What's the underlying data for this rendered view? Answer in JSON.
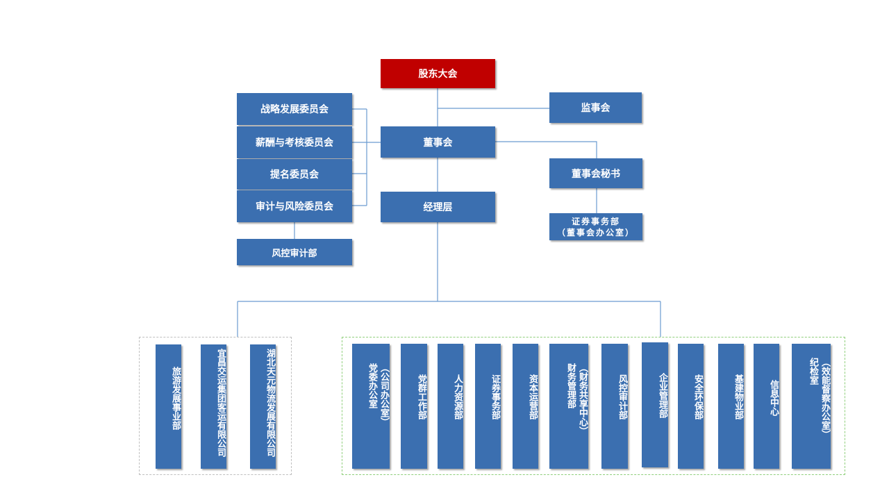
{
  "colors": {
    "box": "#3b6fb0",
    "top": "#c00000",
    "line": "#6a9bd0"
  },
  "top": {
    "shareholders": "股东大会",
    "supervisors": "监事会",
    "board": "董事会",
    "management": "经理层",
    "board_secretary": "董事会秘书",
    "securities_office": {
      "line1": "证券事务部",
      "line2": "（董事会办公室）"
    }
  },
  "committees": [
    "战略发展委员会",
    "薪酬与考核委员会",
    "提名委员会",
    "审计与风险委员会"
  ],
  "risk_audit": "风控审计部",
  "subsidiaries": [
    "旅游发展事业部",
    "宜昌交运集团客运有限公司",
    "湖北天元物流发展有限公司"
  ],
  "departments": [
    {
      "col1": "党委办公室",
      "col2": "（公司办公室）"
    },
    {
      "col1": "党群工作部"
    },
    {
      "col1": "人力资源部"
    },
    {
      "col1": "证券事务部"
    },
    {
      "col1": "资本运营部"
    },
    {
      "col1": "财务管理部",
      "col2": "（财务共享中心）"
    },
    {
      "col1": "风控审计部"
    },
    {
      "col1": "企业管理部"
    },
    {
      "col1": "安全环保部"
    },
    {
      "col1": "基建物业部"
    },
    {
      "col1": "信息中心"
    },
    {
      "col1": "纪检室",
      "col2": "（效能督察办公室）"
    }
  ]
}
